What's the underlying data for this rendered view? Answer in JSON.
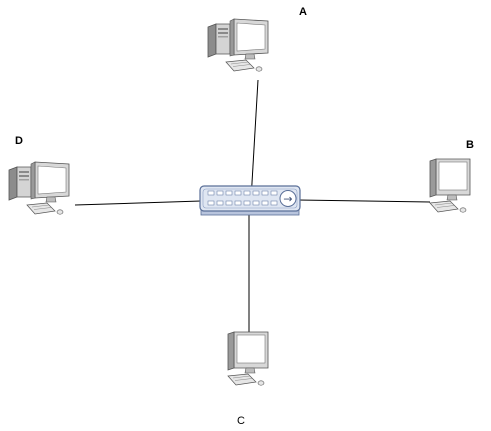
{
  "diagram": {
    "type": "star-network-topology",
    "hub": {
      "icon": "network-switch-icon",
      "arrow_glyph": "→"
    },
    "nodes": [
      {
        "id": "A",
        "label": "A",
        "icon": "desktop-computer-icon"
      },
      {
        "id": "B",
        "label": "B",
        "icon": "monitor-computer-icon"
      },
      {
        "id": "C",
        "label": "C",
        "icon": "monitor-computer-icon"
      },
      {
        "id": "D",
        "label": "D",
        "icon": "desktop-computer-icon"
      }
    ],
    "edges": [
      {
        "from": "hub",
        "to": "A"
      },
      {
        "from": "hub",
        "to": "B"
      },
      {
        "from": "hub",
        "to": "C"
      },
      {
        "from": "hub",
        "to": "D"
      }
    ],
    "colors": {
      "background": "#ffffff",
      "line": "#000000",
      "hub_body": "#dfe6f2",
      "hub_outline": "#5a6f98",
      "device_light": "#f2f2f2",
      "device_mid": "#c9c9c9",
      "device_dark": "#7a7a7a",
      "device_outline": "#555555",
      "screen": "#ffffff",
      "label": "#000000"
    }
  }
}
